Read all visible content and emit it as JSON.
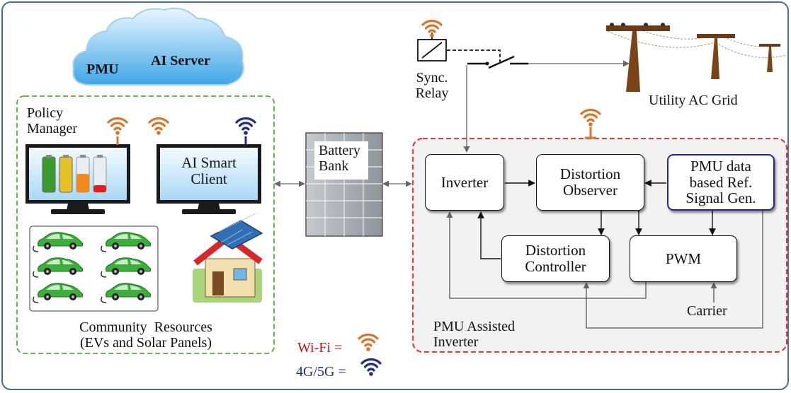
{
  "cloud": {
    "label_pmu": "PMU",
    "label_server": "AI Server"
  },
  "community": {
    "policy_manager": "Policy\nManager",
    "ai_client": "AI Smart\nClient",
    "caption": "Community  Resources\n(EVs and Solar Panels)"
  },
  "battery_bank": "Battery\nBank",
  "relay": {
    "label": "Sync.\nRelay"
  },
  "grid": {
    "label": "Utility AC Grid"
  },
  "inverter_group": {
    "inverter": "Inverter",
    "distortion_observer": "Distortion\nObserver",
    "pmu_signal_gen": "PMU data\nbased Ref.\nSignal Gen.",
    "distortion_controller": "Distortion\nController",
    "pwm": "PWM",
    "carrier": "Carrier",
    "caption": "PMU Assisted\nInverter"
  },
  "legend": {
    "wifi": "Wi-Fi =",
    "cellular": "4G/5G ="
  },
  "colors": {
    "community_border": "#5aaa3c",
    "inverter_border": "#e0201c",
    "wifi": "#d9742a",
    "cellular": "#1f2a8a",
    "wifi_text": "#c0141c",
    "cellular_text": "#1f2a8a",
    "frame": "#4a6c8f",
    "pmu_border": "#1f2a8a"
  },
  "icons": [
    "cloud-icon",
    "monitor-icon",
    "battery-icon",
    "ev-car-icon",
    "house-solar-icon",
    "relay-icon",
    "switch-icon",
    "power-pole-icon",
    "wifi-icon",
    "cellular-signal-icon"
  ]
}
